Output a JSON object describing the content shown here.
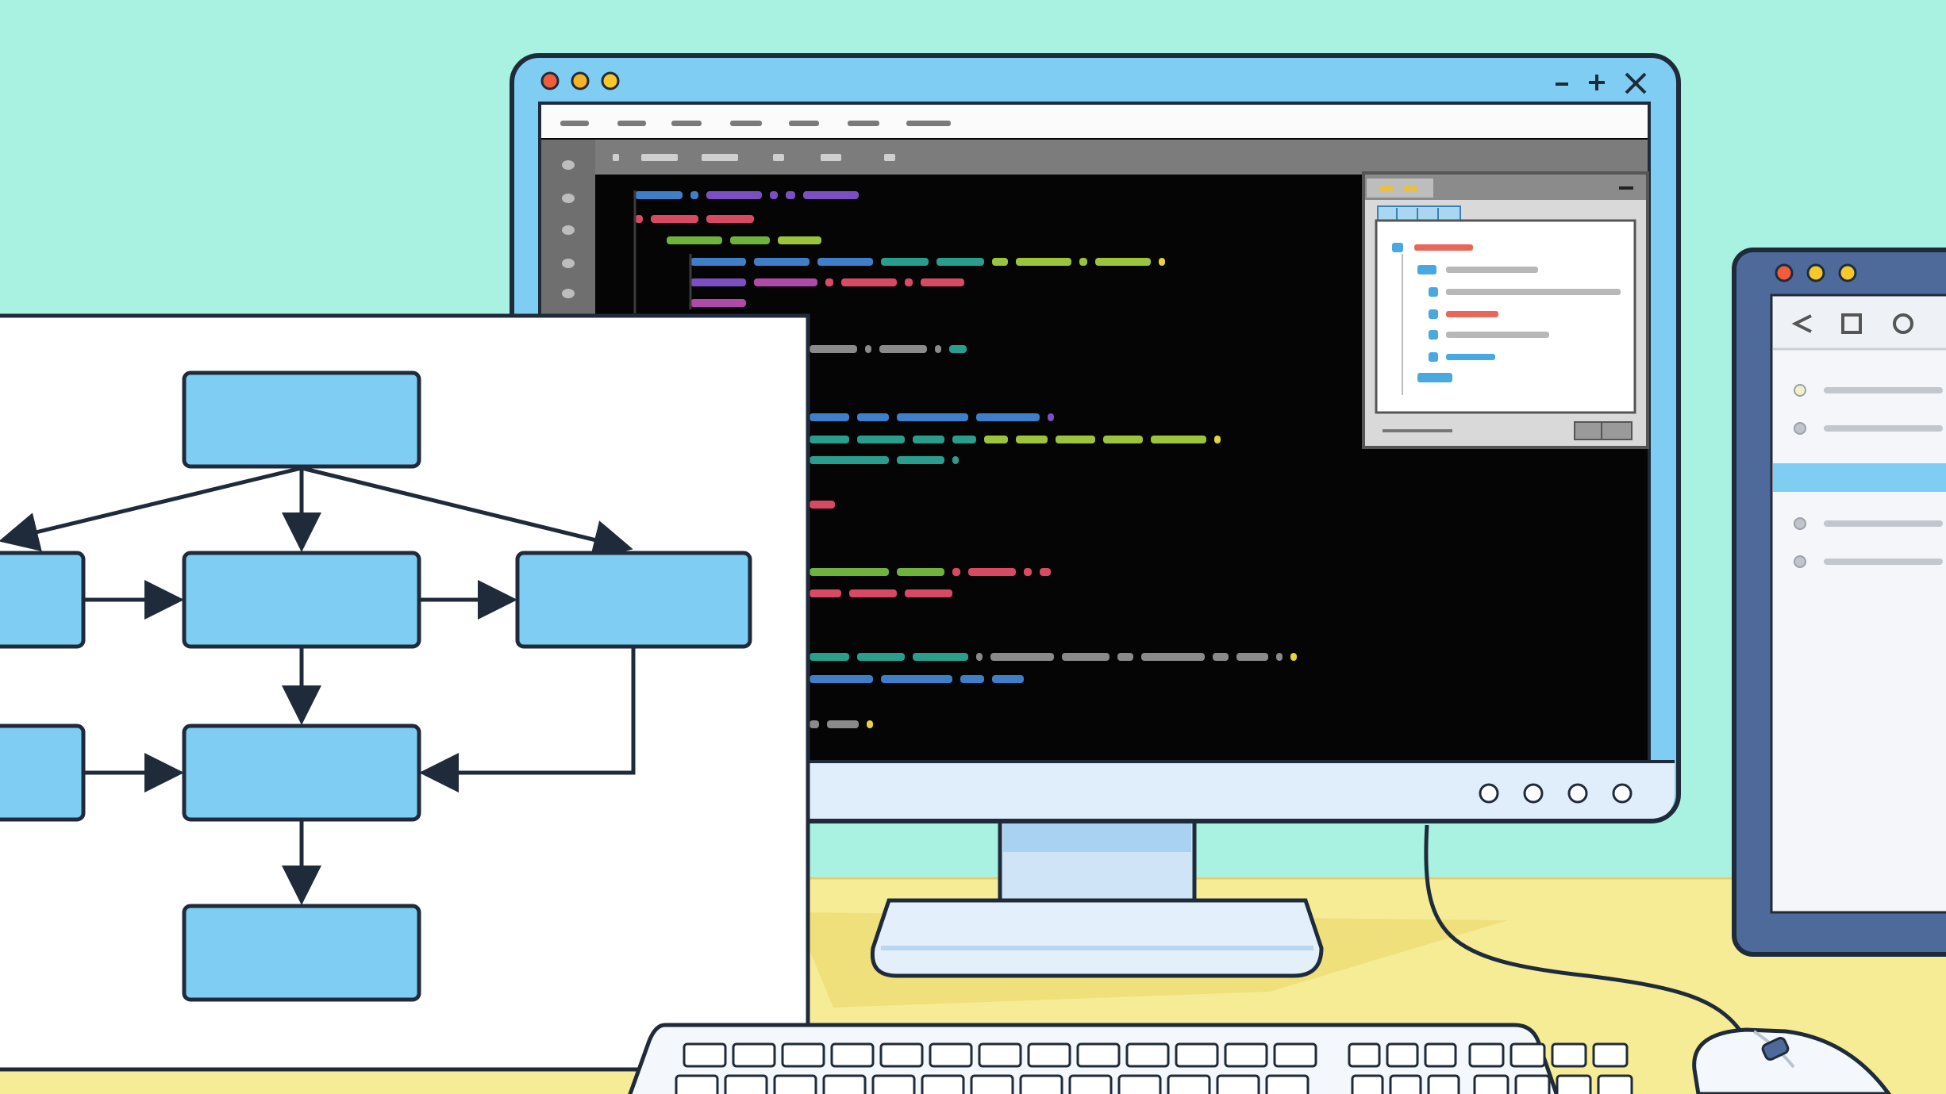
{
  "scene": {
    "wall_color": "#a9f2e2",
    "desk_color": "#f7ec96",
    "desk_shadow_color": "#efe07c",
    "outline_color": "#1f2b3a"
  },
  "monitor": {
    "frame_color": "#7fcdf2",
    "bezel_color": "#dfeefa",
    "window_controls": [
      "close-dot",
      "minimize-dot",
      "maximize-dot"
    ],
    "titlebar_icons": [
      "minimize-icon",
      "plus-icon",
      "close-icon"
    ],
    "menu_items": [
      "",
      "",
      "",
      "",
      "",
      "",
      ""
    ],
    "toolbar_items": [
      "",
      "",
      "",
      "",
      "",
      ""
    ],
    "editor_background": "#050505",
    "bezel_buttons": [
      "",
      "",
      "",
      ""
    ]
  },
  "code_colors": {
    "blue": "#3f7fc9",
    "purple": "#7a4fc2",
    "red": "#d84a63",
    "green": "#6fb23c",
    "teal": "#2a9e8c",
    "lime": "#9cc43a",
    "gray": "#8a8a8a",
    "yellow": "#e6d43a",
    "magenta": "#b04aa8"
  },
  "popup": {
    "titlebar_color": "#8b8b8b",
    "tree_colors": [
      "#4aa8e0",
      "#e8665a",
      "#b8b8b8"
    ]
  },
  "flowchart": {
    "node_fill": "#7fcdf2",
    "node_stroke": "#1f2b3a",
    "nodes": [
      "",
      "",
      "",
      "",
      "",
      "",
      "",
      ""
    ]
  },
  "side_window": {
    "frame_color": "#4d6a9a",
    "nav_icons": [
      "back-icon",
      "square-icon",
      "circle-icon"
    ],
    "highlight_color": "#7fcdf2"
  },
  "peripherals": {
    "keyboard_color": "#f4f7fb",
    "mouse_color": "#f4f7fb"
  }
}
